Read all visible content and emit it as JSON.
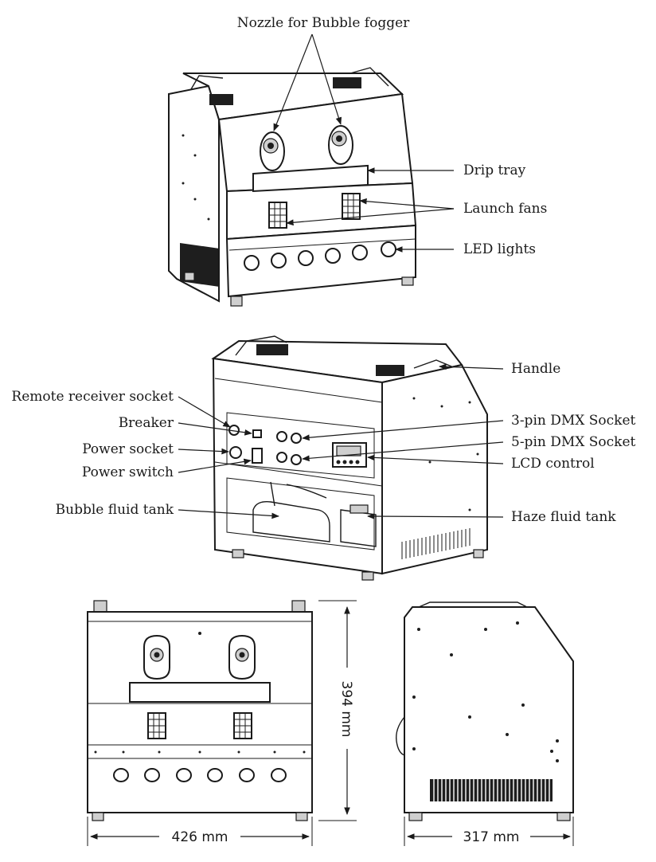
{
  "labels": {
    "nozzle": "Nozzle for Bubble fogger",
    "drip_tray": "Drip tray",
    "launch_fans": "Launch fans",
    "led_lights": "LED lights",
    "handle": "Handle",
    "remote_receiver": "Remote receiver socket",
    "breaker": "Breaker",
    "dmx3": "3-pin DMX Socket",
    "power_socket": "Power socket",
    "dmx5": "5-pin DMX Socket",
    "power_switch": "Power switch",
    "lcd": "LCD control",
    "bubble_tank": "Bubble fluid tank",
    "haze_tank": "Haze fluid tank"
  },
  "dimensions": {
    "height": "394 mm",
    "width": "426 mm",
    "depth": "317 mm"
  },
  "colors": {
    "line": "#1a1a1a",
    "background": "#ffffff"
  }
}
